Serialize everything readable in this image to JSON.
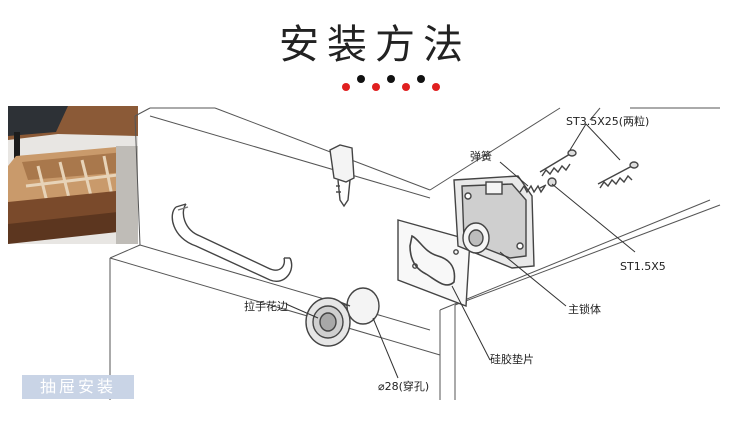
{
  "page": {
    "title": "安装方法",
    "caption": "抽屉安装"
  },
  "decor": {
    "dot_colors": [
      "#e02020",
      "#111111",
      "#e02020",
      "#111111",
      "#e02020",
      "#111111",
      "#e02020"
    ]
  },
  "labels": {
    "screw_long": "ST3.5X25(两粒)",
    "spring": "弹簧",
    "screw_short": "ST1.5X5",
    "lock_body": "主锁体",
    "silicone_pad": "硅胶垫片",
    "knob_trim": "拉手花边",
    "hole": "⌀28(穿孔)"
  }
}
